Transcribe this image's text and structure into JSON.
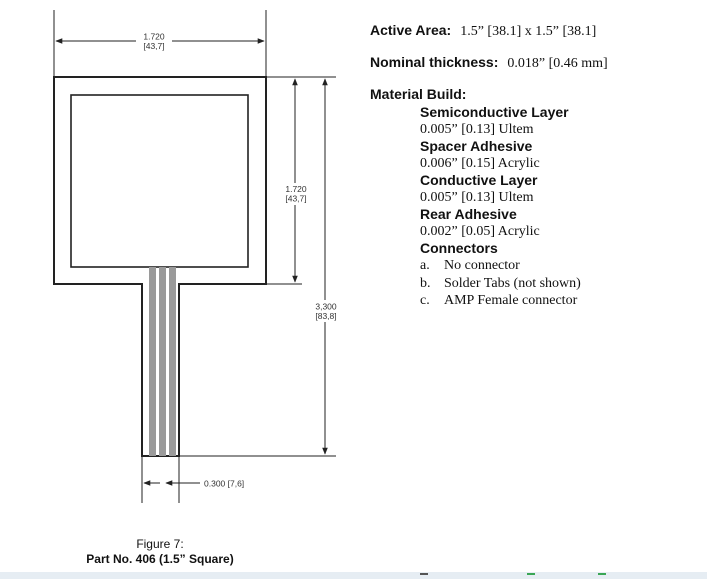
{
  "figure": {
    "caption_figure": "Figure 7:",
    "caption_part": "Part No. 406 (1.5” Square)"
  },
  "dimensions": {
    "width_in": "1.720",
    "width_mm": "[43,7]",
    "active_height_in": "1.720",
    "active_height_mm": "[43,7]",
    "total_height_in": "3,300",
    "total_height_mm": "[83,8]",
    "tail_width": "0.300 [7,6]"
  },
  "specs": {
    "active_area_label": "Active Area:",
    "active_area_value": "1.5” [38.1] x 1.5” [38.1]",
    "thickness_label": "Nominal thickness:",
    "thickness_value": "0.018” [0.46 mm]",
    "material_label": "Material Build:",
    "layers": [
      {
        "name": "Semiconductive Layer",
        "value": "0.005” [0.13] Ultem"
      },
      {
        "name": "Spacer Adhesive",
        "value": "0.006” [0.15] Acrylic"
      },
      {
        "name": "Conductive Layer",
        "value": "0.005” [0.13] Ultem"
      },
      {
        "name": "Rear Adhesive",
        "value": "0.002” [0.05] Acrylic"
      }
    ],
    "connectors_label": "Connectors",
    "connectors": [
      {
        "letter": "a.",
        "text": "No connector"
      },
      {
        "letter": "b.",
        "text": "Solder Tabs (not shown)"
      },
      {
        "letter": "c.",
        "text": "AMP Female connector"
      }
    ]
  },
  "colors": {
    "line": "#222222",
    "trace": "#9a9a9a",
    "bottom_bar": "#e6edf3"
  }
}
